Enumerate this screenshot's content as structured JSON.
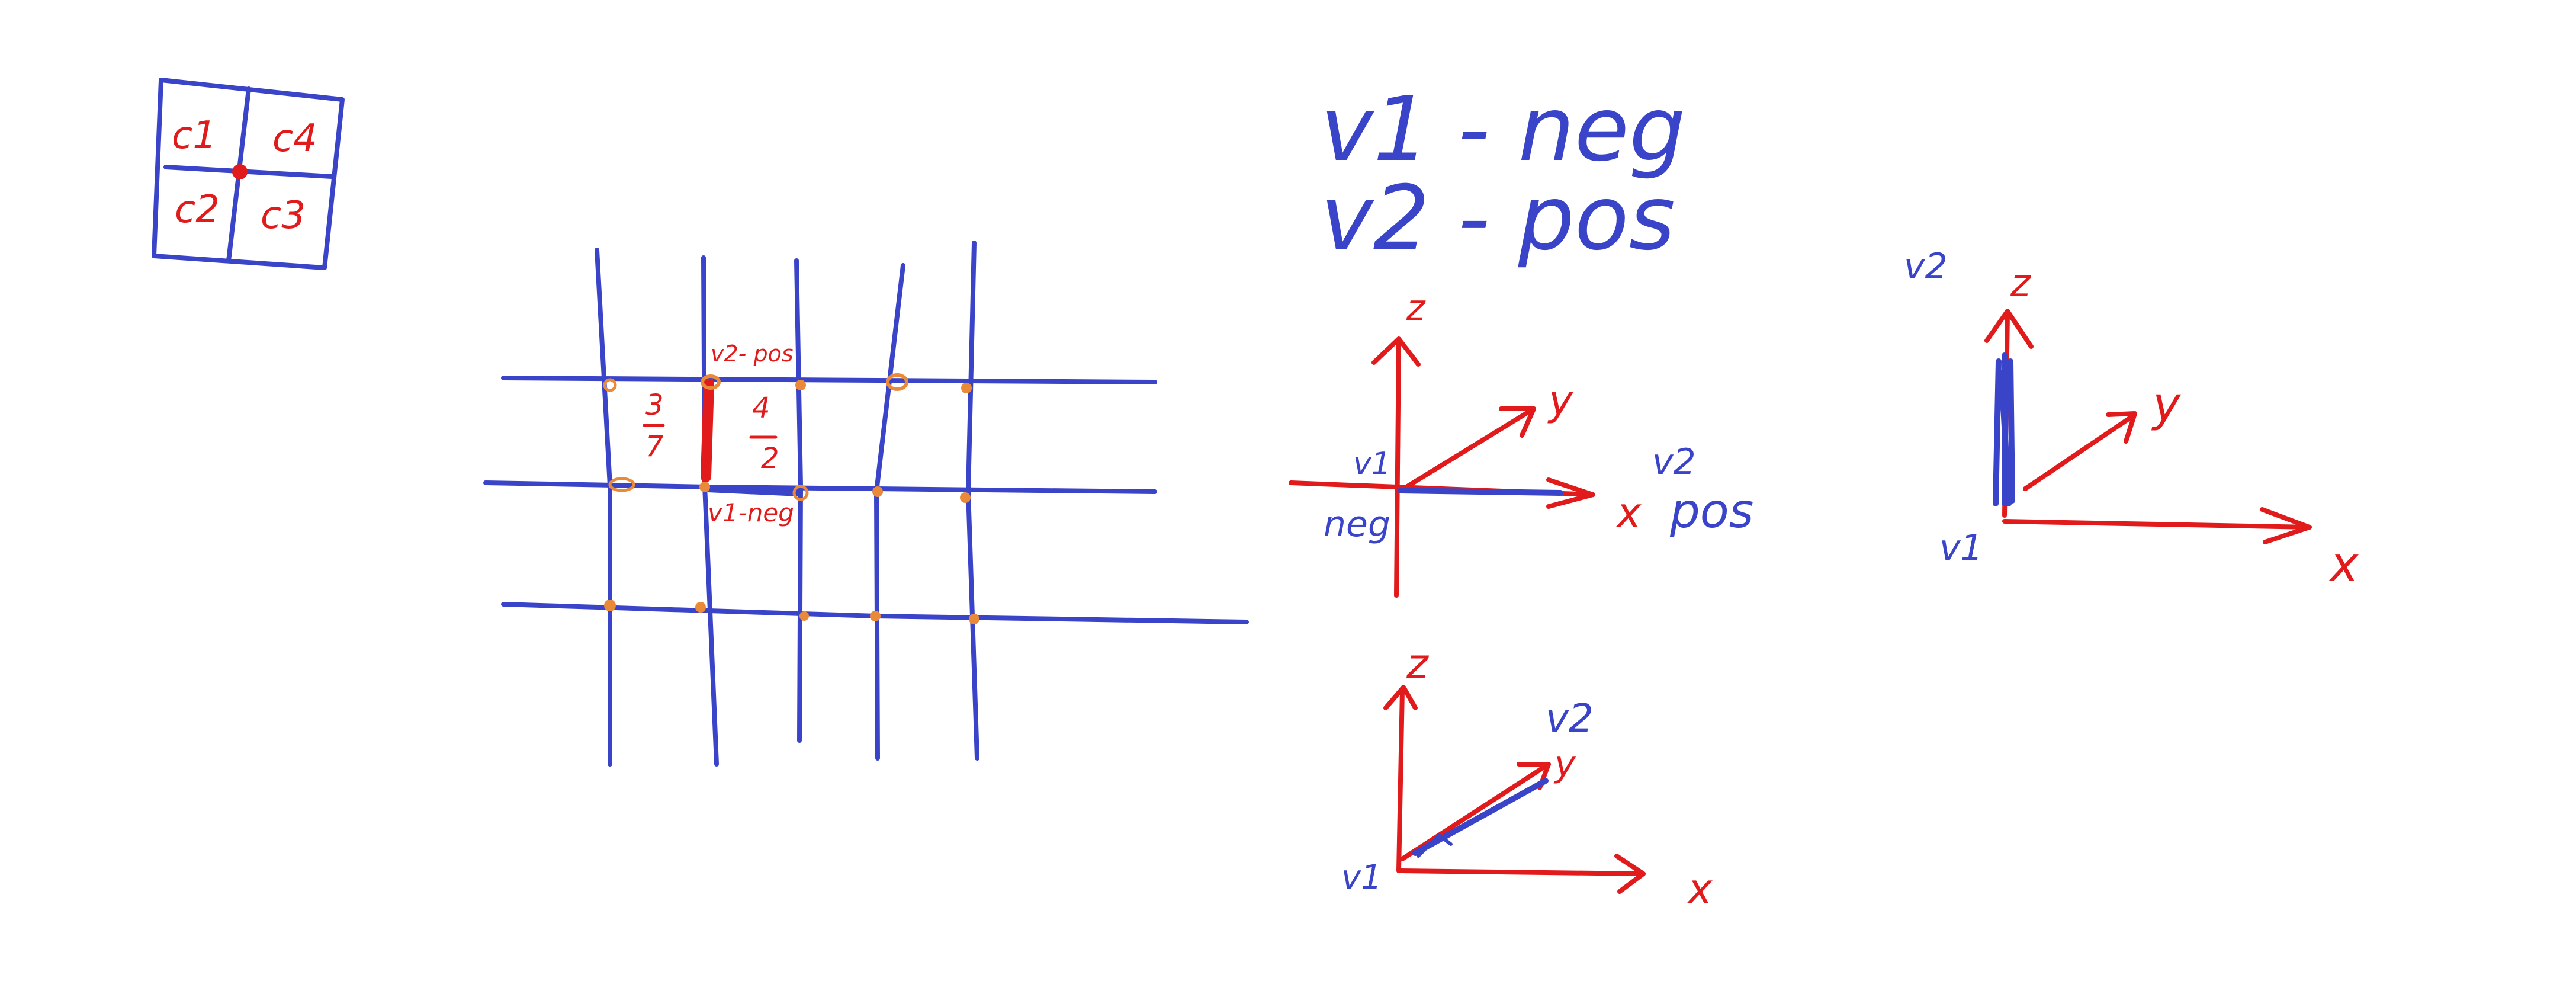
{
  "cell_labels": [
    "c1",
    "c4",
    "c2",
    "c3"
  ],
  "grid": {
    "fraction_left": {
      "num": "3",
      "den": "7"
    },
    "fraction_right": {
      "num": "4",
      "den": "2"
    },
    "v2_label": "v2- pos",
    "v1_label": "v1-neg"
  },
  "notes": {
    "line1": "v1 - neg",
    "line2": "v2 - pos"
  },
  "diagram_middle": {
    "z": "z",
    "y": "y",
    "x": "x",
    "v1": "v1",
    "v2": "v2",
    "neg": "neg",
    "pos": "pos"
  },
  "diagram_bottom": {
    "z": "z",
    "y": "y",
    "x": "x",
    "v1": "v1",
    "v2": "v2"
  },
  "diagram_right": {
    "z": "z",
    "y": "y",
    "x": "x",
    "v1": "v1",
    "v2": "v2"
  },
  "colors": {
    "ink_blue": "#3a44c8",
    "ink_red": "#e11b1b",
    "marker_orange": "#e88a3a"
  }
}
